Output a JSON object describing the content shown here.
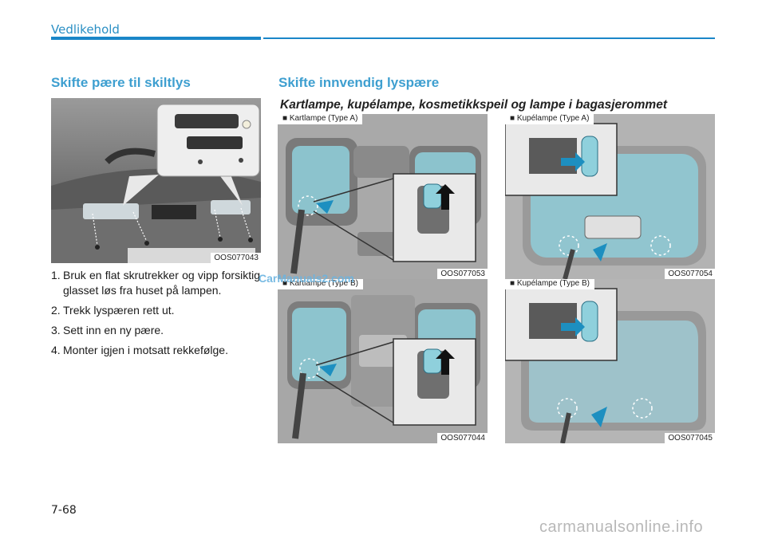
{
  "header": {
    "section": "Vedlikehold"
  },
  "left": {
    "heading": "Skifte pære til skiltlys",
    "figure_code": "OOS077043",
    "steps": [
      {
        "n": "1.",
        "text": "Bruk en flat skrutrekker og vipp forsiktig glasset løs fra huset på lampen."
      },
      {
        "n": "2.",
        "text": "Trekk lyspæren rett ut."
      },
      {
        "n": "3.",
        "text": "Sett inn en ny pære."
      },
      {
        "n": "4.",
        "text": "Monter igjen i motsatt rekkefølge."
      }
    ]
  },
  "right": {
    "heading": "Skifte innvendig lyspære",
    "subtitle": "Kartlampe, kupélampe, kosmetikkspeil og lampe i bagasjerommet",
    "figures": [
      {
        "label": "■  Kartlampe (Type A)",
        "code": "OOS077053"
      },
      {
        "label": "■  Kupélampe (Type A)",
        "code": "OOS077054"
      },
      {
        "label": "■  Kartlampe (Type B)",
        "code": "OOS077044"
      },
      {
        "label": "■  Kupélampe (Type B)",
        "code": "OOS077045"
      }
    ]
  },
  "footer": {
    "page": "7-68"
  },
  "watermarks": {
    "top": "CarManuals2.com",
    "bottom": "carmanualsonline.info"
  },
  "colors": {
    "accent": "#1a86c8",
    "heading": "#3e9fd0",
    "lamp_glass": "#8fd0dc"
  }
}
